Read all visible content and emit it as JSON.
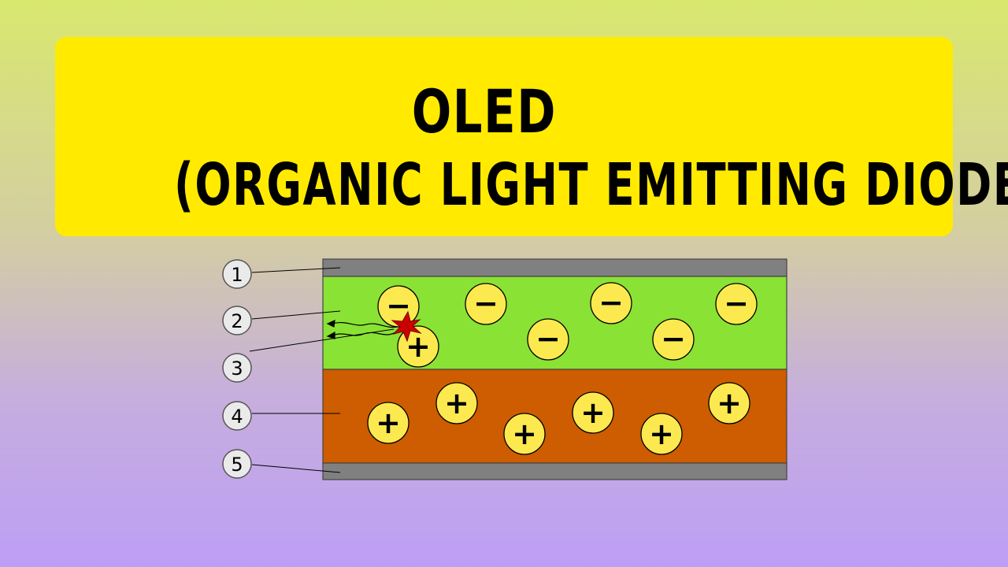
{
  "title": {
    "line1": "OLED",
    "line2": "(ORGANIC LIGHT EMITTING DIODE)"
  },
  "colors": {
    "banner": "#ffea00",
    "electrode": "#808080",
    "emissive_layer": "#8ae234",
    "conductive_layer": "#ce5c00",
    "charge": "#fce94f",
    "recombination": "#cc0000"
  },
  "diagram": {
    "layer_labels": [
      "1",
      "2",
      "3",
      "4",
      "5"
    ],
    "electron_symbol": "−",
    "hole_symbol": "+"
  }
}
